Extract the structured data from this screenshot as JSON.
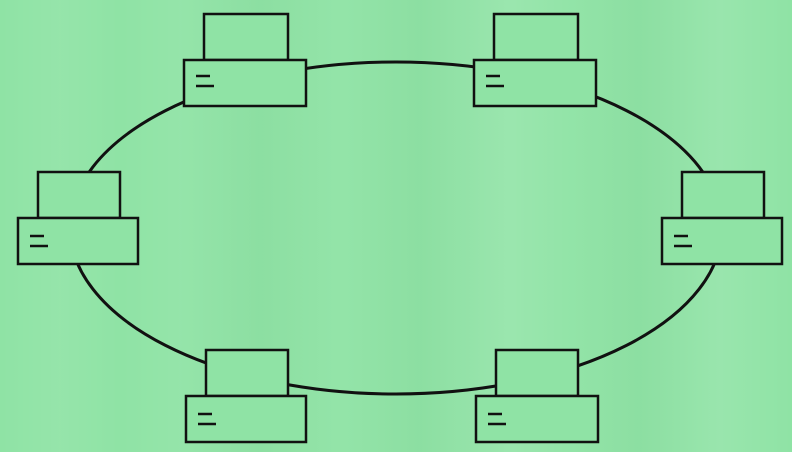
{
  "diagram": {
    "type": "ring-network-topology",
    "node_count": 6,
    "colors": {
      "background": "#8fe3a5",
      "stroke": "#111111",
      "fill": "#8fe3a5"
    },
    "nodes": [
      {
        "id": "workstation-top-left",
        "icon": "desktop-computer-icon"
      },
      {
        "id": "workstation-top-right",
        "icon": "desktop-computer-icon"
      },
      {
        "id": "workstation-left",
        "icon": "desktop-computer-icon"
      },
      {
        "id": "workstation-right",
        "icon": "desktop-computer-icon"
      },
      {
        "id": "workstation-bottom-left",
        "icon": "desktop-computer-icon"
      },
      {
        "id": "workstation-bottom-right",
        "icon": "desktop-computer-icon"
      }
    ]
  }
}
